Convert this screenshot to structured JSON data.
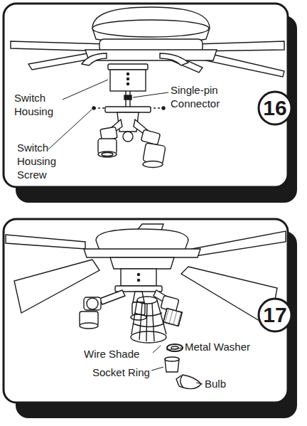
{
  "diagram": {
    "nodes": [
      {
        "text": [
          "16"
        ]
      },
      {
        "text": [
          "17"
        ]
      }
    ],
    "labels": [
      "Switch Housing",
      "Single-pin Connector",
      "Switch Housing Screw",
      "Wire Shade",
      "Metal Washer",
      "Socket Ring",
      "Bulb"
    ]
  }
}
